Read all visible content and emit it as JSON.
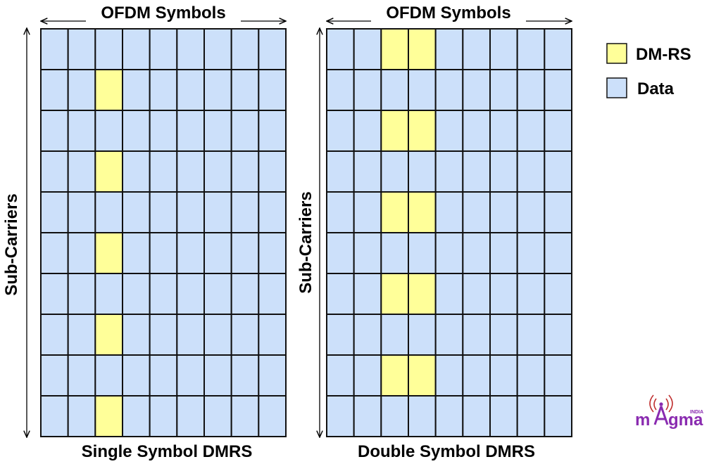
{
  "colors": {
    "data_cell": "#cce0fa",
    "dmrs_cell": "#ffff99",
    "grid_line": "#111111",
    "text": "#000000",
    "logo": "#8a2bb0",
    "logo_accent": "#c03030"
  },
  "panels": [
    {
      "id": "single",
      "top_label": "OFDM Symbols",
      "side_label": "Sub-Carriers",
      "bottom_label": "Single Symbol DMRS",
      "rows": 10,
      "cols": 9,
      "dmrs_cells": [
        [
          1,
          2
        ],
        [
          3,
          2
        ],
        [
          5,
          2
        ],
        [
          7,
          2
        ],
        [
          9,
          2
        ]
      ]
    },
    {
      "id": "double",
      "top_label": "OFDM Symbols",
      "side_label": "Sub-Carriers",
      "bottom_label": "Double Symbol DMRS",
      "rows": 10,
      "cols": 9,
      "dmrs_cells": [
        [
          0,
          2
        ],
        [
          0,
          3
        ],
        [
          2,
          2
        ],
        [
          2,
          3
        ],
        [
          4,
          2
        ],
        [
          4,
          3
        ],
        [
          6,
          2
        ],
        [
          6,
          3
        ],
        [
          8,
          2
        ],
        [
          8,
          3
        ]
      ]
    }
  ],
  "legend": [
    {
      "label": "DM-RS",
      "kind": "dmrs"
    },
    {
      "label": "Data",
      "kind": "data"
    }
  ],
  "logo": {
    "text": "m gma",
    "superscript": "INDIA",
    "icon": "antenna-icon"
  }
}
